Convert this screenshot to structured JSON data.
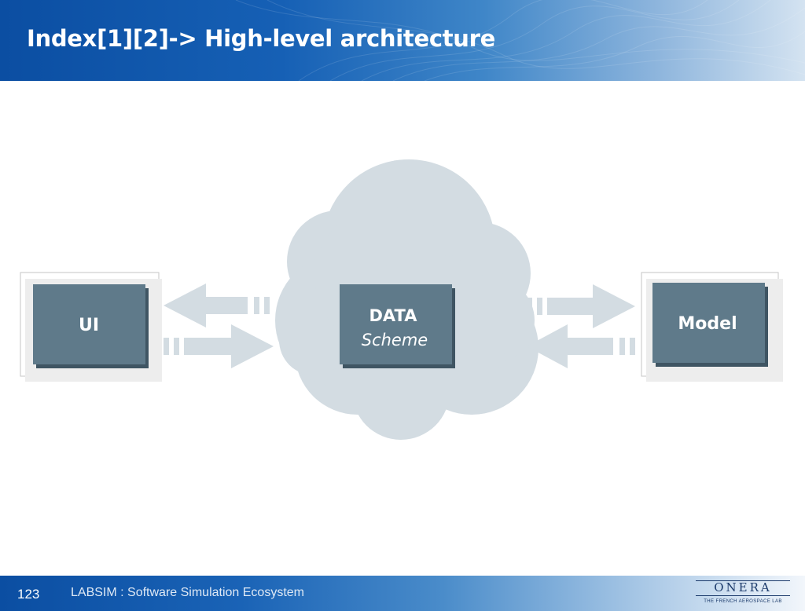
{
  "header": {
    "title": "Index[1][2]-> High-level architecture"
  },
  "diagram": {
    "nodes": {
      "ui": {
        "label": "UI"
      },
      "data": {
        "label": "DATA",
        "sublabel": "Scheme"
      },
      "model": {
        "label": "Model"
      }
    },
    "edges": [
      {
        "from": "data",
        "to": "ui"
      },
      {
        "from": "ui",
        "to": "data"
      },
      {
        "from": "data",
        "to": "model"
      },
      {
        "from": "model",
        "to": "data"
      }
    ]
  },
  "footer": {
    "page_number": "123",
    "text": "LABSIM : Software Simulation Ecosystem",
    "logo_name": "ONERA",
    "logo_tagline": "THE FRENCH AEROSPACE LAB"
  },
  "colors": {
    "header_blue": "#0b4ea2",
    "box_fill": "#5f7a8a",
    "cloud_fill": "#d3dce2",
    "arrow_fill": "#d3dce2"
  }
}
